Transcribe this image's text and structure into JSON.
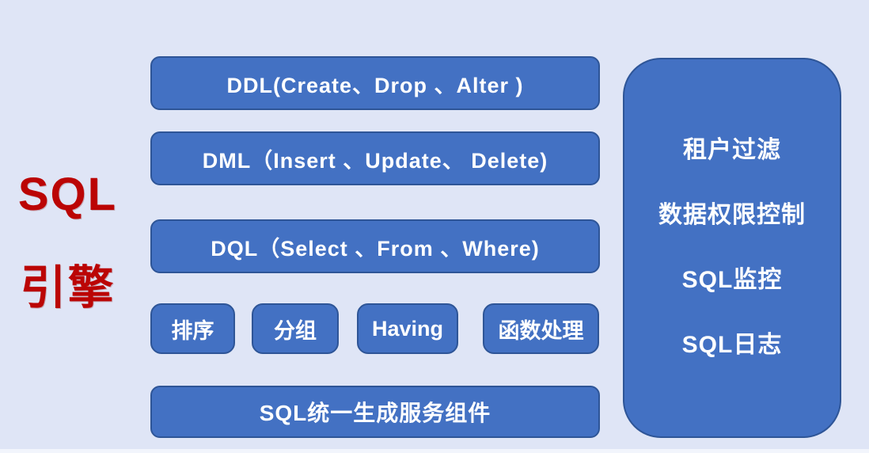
{
  "title": {
    "line1": "SQL",
    "line2": "引擎"
  },
  "pipeline": [
    {
      "id": "ddl",
      "label": "DDL(Create、Drop 、Alter )"
    },
    {
      "id": "dml",
      "label": "DML（Insert 、Update、 Delete)"
    },
    {
      "id": "dql",
      "label": "DQL（Select 、From 、Where)"
    }
  ],
  "clauses": [
    {
      "id": "sort",
      "label": "排序"
    },
    {
      "id": "group",
      "label": "分组"
    },
    {
      "id": "having",
      "label": "Having"
    },
    {
      "id": "function",
      "label": "函数处理"
    }
  ],
  "bottom_box": {
    "label": "SQL统一生成服务组件"
  },
  "side_panel": {
    "items": [
      {
        "id": "tenant-filter",
        "label": "租户过滤"
      },
      {
        "id": "data-permission",
        "label": "数据权限控制"
      },
      {
        "id": "sql-monitor",
        "label": "SQL监控"
      },
      {
        "id": "sql-log",
        "label": "SQL日志"
      }
    ]
  },
  "colors": {
    "background": "#dfe5f6",
    "box_fill": "#4371c3",
    "box_border": "#2e5597",
    "box_text": "#ffffff",
    "title": "#bb0505",
    "edge_strip": "#f2f5fc"
  }
}
